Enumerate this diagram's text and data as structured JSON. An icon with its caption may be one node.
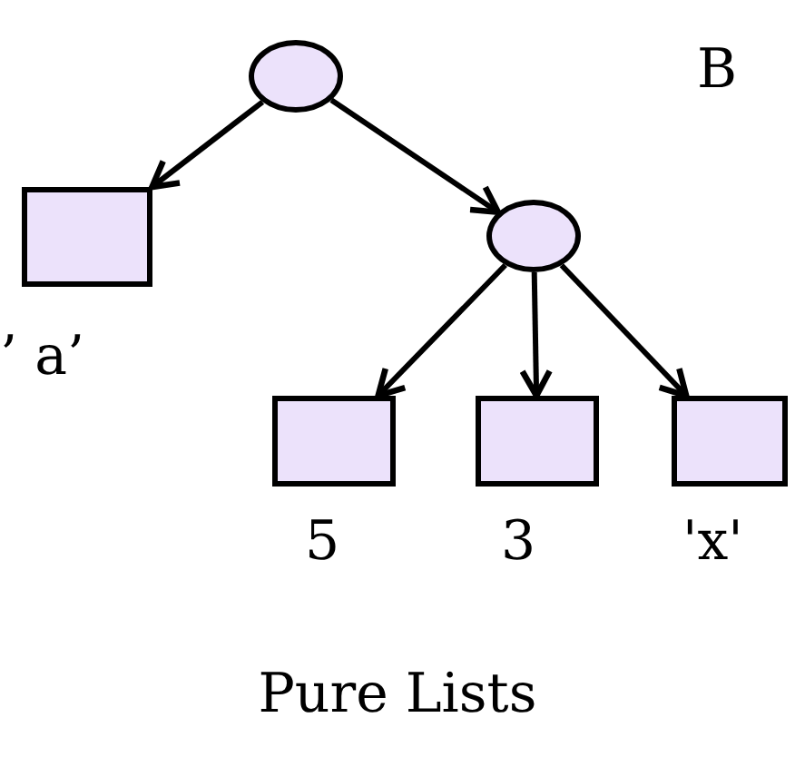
{
  "diagram": {
    "caption": "Pure Lists",
    "nodes": [
      {
        "text": [],
        "shape": "ellipse"
      },
      {
        "text": [],
        "shape": "box",
        "beside": [
          "’ a’"
        ]
      },
      {
        "text": [],
        "shape": "ellipse"
      },
      {
        "text": [],
        "shape": "box",
        "beside": [
          "5"
        ]
      },
      {
        "text": [],
        "shape": "box",
        "beside": [
          "3"
        ]
      },
      {
        "text": [],
        "shape": "box",
        "beside": [
          "'x'"
        ]
      }
    ],
    "edges": [
      {
        "from": 0,
        "to": 1,
        "arrow": "to"
      },
      {
        "from": 0,
        "to": 2,
        "arrow": "to"
      },
      {
        "from": 2,
        "to": 3,
        "arrow": "to"
      },
      {
        "from": 2,
        "to": 4,
        "arrow": "to"
      },
      {
        "from": 2,
        "to": 5,
        "arrow": "to"
      }
    ],
    "labels": [
      "B"
    ]
  }
}
